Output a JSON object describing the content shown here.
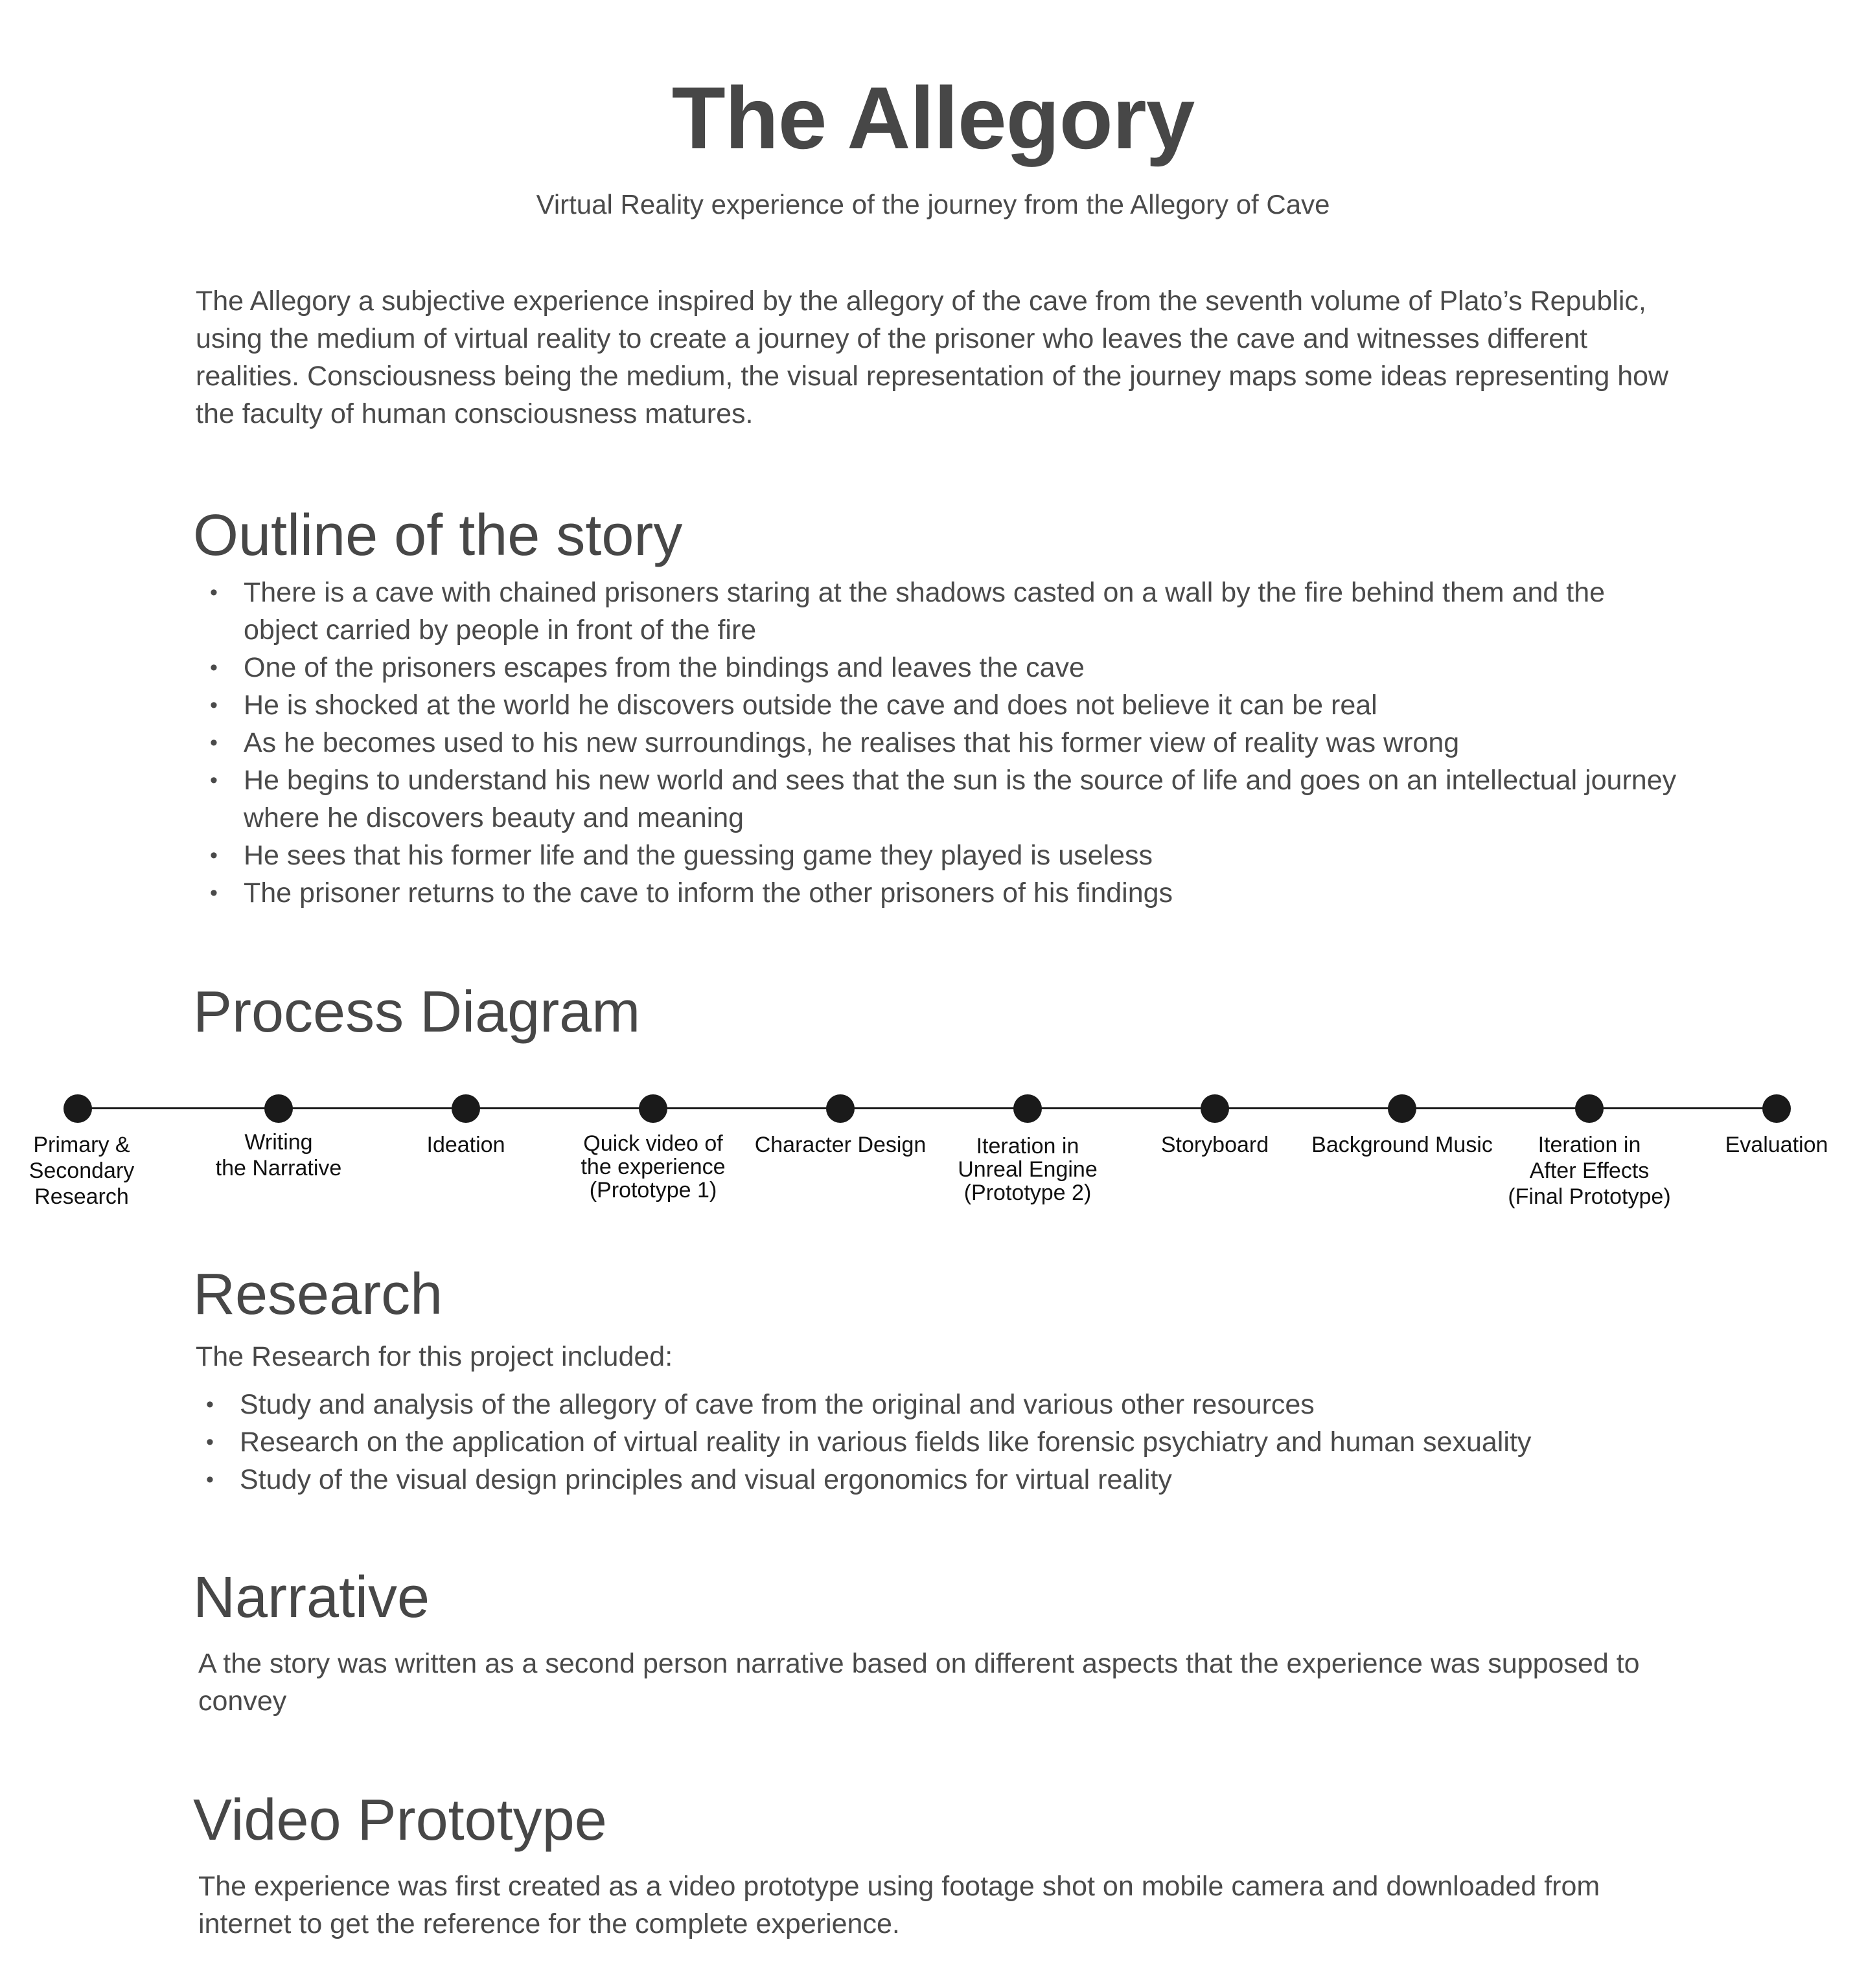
{
  "header": {
    "title": "The Allegory",
    "subtitle": "Virtual Reality experience of the journey from the Allegory of Cave"
  },
  "intro": "The Allegory a subjective experience inspired by the allegory of the cave from the seventh volume of Plato’s Republic, using the medium of virtual reality to create a journey of the prisoner who leaves the cave and witnesses different realities. Consciousness being the medium, the visual representation of the journey maps some ideas representing how the faculty of human consciousness matures.",
  "outline": {
    "heading": "Outline of the story",
    "items": [
      "There is a cave with chained prisoners staring at the shadows casted on a wall by the fire behind them and the object carried by people in front of the fire",
      "One of the prisoners escapes from the bindings and leaves the cave",
      "He is shocked at the world he discovers outside the cave and does not believe it can be real",
      "As he becomes used to his new surroundings, he realises that his former view of reality was wrong",
      "He begins to understand his new world and sees that the sun is the source of life and goes on an intellectual journey where he discovers beauty and meaning",
      "He sees that his former life and the guessing game they played is useless",
      "The prisoner returns to the cave to inform the other prisoners of his findings"
    ]
  },
  "process": {
    "heading": "Process Diagram",
    "steps": [
      "Primary &\nSecondary\nResearch",
      "Writing\nthe Narrative",
      "Ideation",
      "Quick video of\nthe experience\n(Prototype 1)",
      "Character Design",
      "Iteration in\nUnreal Engine\n(Prototype 2)",
      "Storyboard",
      "Background Music",
      "Iteration in\nAfter Effects\n(Final Prototype)",
      "Evaluation"
    ]
  },
  "research": {
    "heading": "Research",
    "intro": "The Research for this project included:",
    "items": [
      "Study and analysis of the allegory of cave from the original and various other resources",
      "Research on the application of virtual reality in various fields like forensic psychiatry and human sexuality",
      "Study of the visual design principles and visual ergonomics for virtual reality"
    ]
  },
  "narrative": {
    "heading": "Narrative",
    "text": "A the story was written as a second person narrative based on different aspects that the experience was supposed to convey"
  },
  "video_prototype": {
    "heading": "Video Prototype",
    "text": "The experience was first created as a video prototype using footage shot on mobile camera and downloaded from internet to get the reference for the complete experience."
  }
}
